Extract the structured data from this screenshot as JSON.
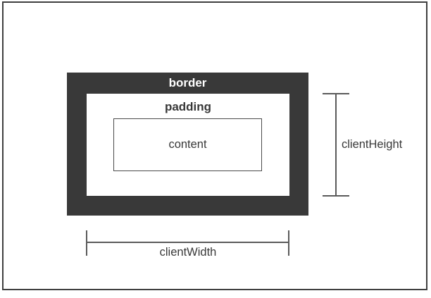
{
  "colors": {
    "background": "#ffffff",
    "frame_stroke": "#3f3f3f",
    "border_fill": "#393939",
    "content_stroke": "#4a4a4a",
    "measure_line": "#5a5a5a",
    "label_dark": "#383838",
    "label_light": "#ffffff"
  },
  "diagram": {
    "border_label": "border",
    "padding_label": "padding",
    "content_label": "content",
    "client_height_label": "clientHeight",
    "client_width_label": "clientWidth"
  }
}
